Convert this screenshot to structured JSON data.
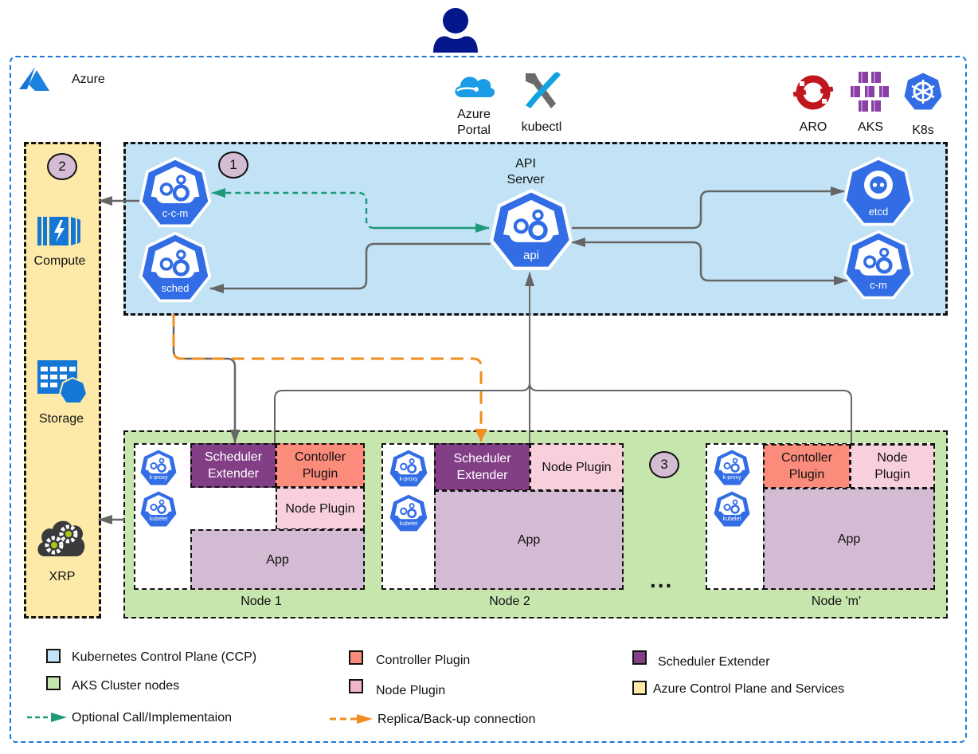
{
  "user": {
    "icon": "user-icon"
  },
  "azure": {
    "label": "Azure",
    "icon": "azure-logo-icon",
    "frame_color": "#1a7ad4"
  },
  "tools": [
    {
      "label": "Azure Portal",
      "icon": "azure-portal-icon"
    },
    {
      "label": "kubectl",
      "icon": "kubectl-icon"
    }
  ],
  "platforms": [
    {
      "label": "ARO",
      "icon": "openshift-icon",
      "color": "#c0161c"
    },
    {
      "label": "AKS",
      "icon": "aks-icon",
      "color": "#8a3fa6"
    },
    {
      "label": "K8s",
      "icon": "kubernetes-icon",
      "color": "#326de6"
    }
  ],
  "services_panel": {
    "badge": "2",
    "color": "#fdeaa8",
    "items": [
      {
        "label": "Compute",
        "icon": "compute-icon"
      },
      {
        "label": "Storage",
        "icon": "storage-icon"
      },
      {
        "label": "XRP",
        "icon": "xrp-cloud-gears-icon"
      }
    ]
  },
  "control_plane": {
    "badge": "1",
    "color": "#c2e3f6",
    "api_title": "API Server",
    "components": {
      "ccm": "c-c-m",
      "sched": "sched",
      "api": "api",
      "etcd": "etcd",
      "cm": "c-m"
    }
  },
  "cluster_nodes": {
    "badge": "3",
    "color": "#c6e6ae",
    "ellipsis": "...",
    "agent_labels": {
      "proxy": "k-proxy",
      "kubelet": "kubelet"
    },
    "nodes": [
      {
        "name": "Node 1",
        "scheduler_extender": "Scheduler Extender",
        "controller_plugin": "Contoller Plugin",
        "node_plugin": "Node Plugin",
        "app": "App"
      },
      {
        "name": "Node 2",
        "scheduler_extender": "Scheduler Extender",
        "node_plugin": "Node Plugin",
        "app": "App"
      },
      {
        "name": "Node 'm'",
        "controller_plugin": "Contoller Plugin",
        "node_plugin": "Node Plugin",
        "app": "App"
      }
    ]
  },
  "legend": {
    "items": [
      {
        "label": "Kubernetes Control Plane (CCP)",
        "color": "#c2e3f6"
      },
      {
        "label": "AKS Cluster nodes",
        "color": "#c6e6ae"
      },
      {
        "label": "Controller Plugin",
        "color": "#fb8b7b"
      },
      {
        "label": "Node Plugin",
        "color": "#f2b5c9"
      },
      {
        "label": "Scheduler Extender",
        "color": "#833f86"
      },
      {
        "label": "Azure Control Plane and Services",
        "color": "#fdeaa8"
      }
    ],
    "lines": [
      {
        "label": "Optional Call/Implementaion",
        "color": "#1e9a7a"
      },
      {
        "label": "Replica/Back-up connection",
        "color": "#f28c1e"
      }
    ]
  },
  "colors": {
    "k8s_blue": "#326de6",
    "connector": "#666666"
  }
}
